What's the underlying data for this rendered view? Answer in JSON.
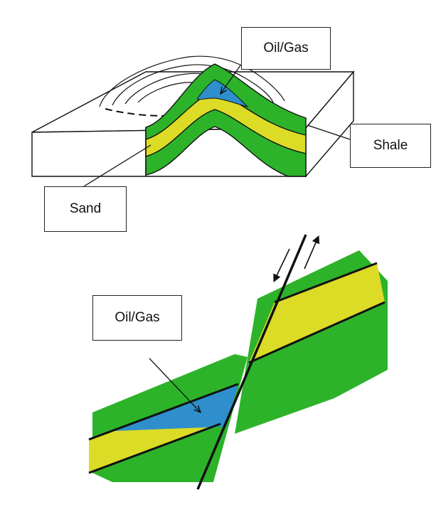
{
  "labels": {
    "anticline_oil_gas": "Oil/Gas",
    "anticline_shale": "Shale",
    "anticline_sand": "Sand",
    "fault_oil_gas": "Oil/Gas"
  },
  "colors": {
    "shale_green": "#2db32a",
    "sand_yellow": "#dcdc27",
    "oil_gas_blue": "#2e8fcc",
    "outline": "#111111",
    "block_white": "#ffffff"
  }
}
